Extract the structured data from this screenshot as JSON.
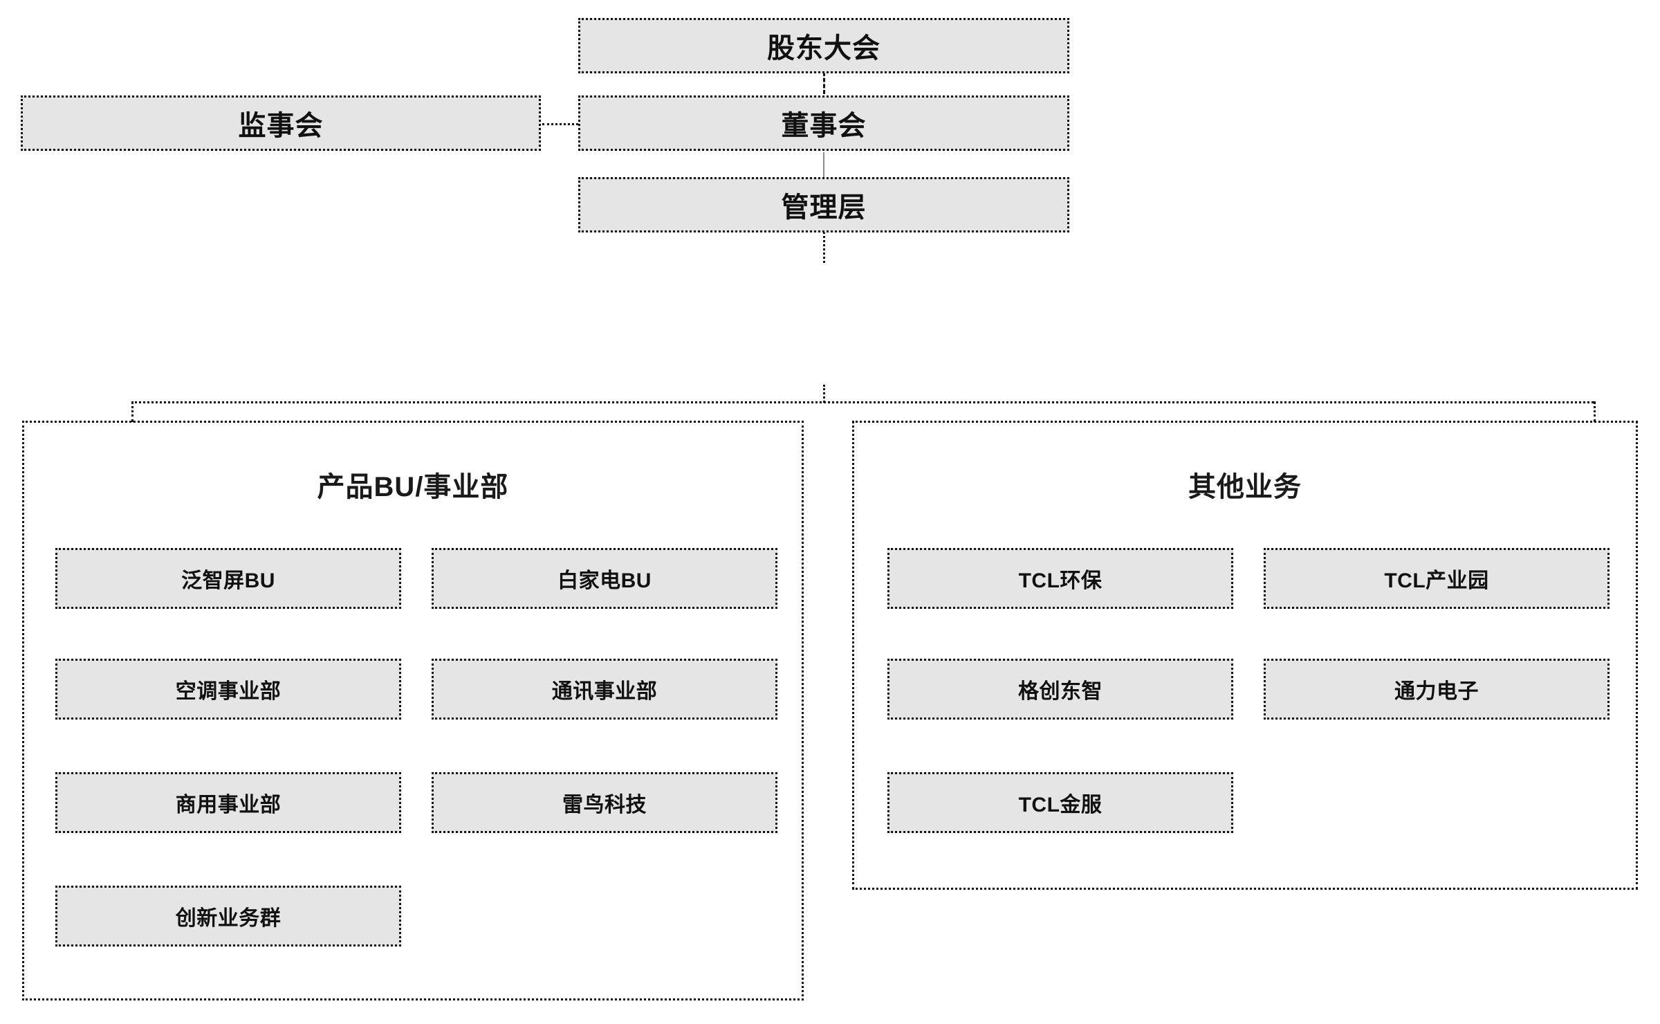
{
  "chart": {
    "type": "org-chart",
    "title": "",
    "background_color": "#ffffff",
    "node_fill_color": "#e5e5e5",
    "node_border_color": "#111111",
    "connector_color": "#111111"
  },
  "hierarchy": {
    "shareholders_meeting": {
      "label": "股东大会"
    },
    "supervisory_board": {
      "label": "监事会"
    },
    "board_of_directors": {
      "label": "董事会"
    },
    "management": {
      "label": "管理层"
    }
  },
  "groups": [
    {
      "id": "product-bu",
      "title": "产品BU/事业部",
      "items": [
        {
          "label": "泛智屏BU"
        },
        {
          "label": "白家电BU"
        },
        {
          "label": "空调事业部"
        },
        {
          "label": "通讯事业部"
        },
        {
          "label": "商用事业部"
        },
        {
          "label": "雷鸟科技"
        },
        {
          "label": "创新业务群"
        }
      ]
    },
    {
      "id": "other-business",
      "title": "其他业务",
      "items": [
        {
          "label": "TCL环保"
        },
        {
          "label": "TCL产业园"
        },
        {
          "label": "格创东智"
        },
        {
          "label": "通力电子"
        },
        {
          "label": "TCL金服"
        }
      ]
    }
  ]
}
